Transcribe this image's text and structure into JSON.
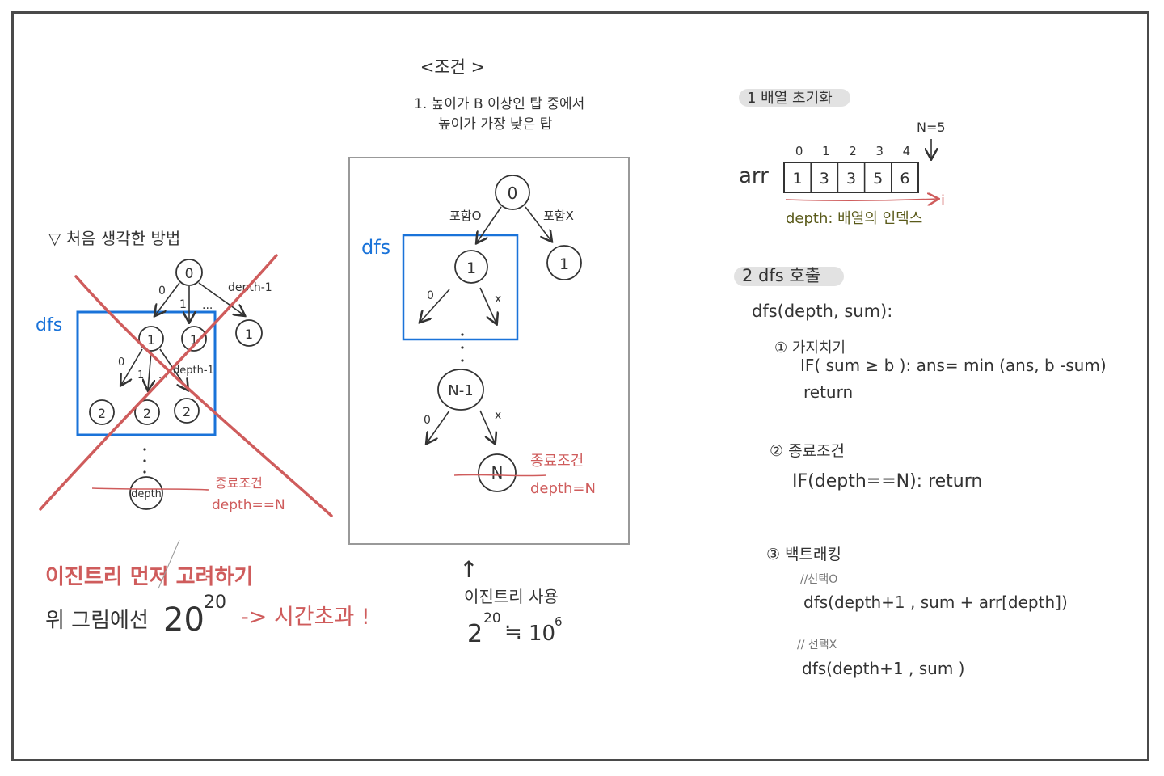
{
  "colors": {
    "ink": "#333333",
    "red": "#cf5c5c",
    "blue": "#1a73d9",
    "olive": "#5a5a1a",
    "box_gray": "#999999",
    "highlight": "#e2e2e2"
  },
  "condition": {
    "title": "<조건 >",
    "line1": "1. 높이가 B 이상인 탑 중에서",
    "line2": "높이가 가장 낮은 탑"
  },
  "left_tree": {
    "heading": "▽ 처음 생각한 방법",
    "dfs_label": "dfs",
    "root": "0",
    "edge_zero": "0",
    "edge_one": "1",
    "dots": "...",
    "edge_last": "depth-1",
    "level1": [
      "1",
      "1",
      "1"
    ],
    "sub_edges": [
      "0",
      "1",
      "...",
      "depth-1"
    ],
    "level2": [
      "2",
      "2",
      "2"
    ],
    "bottom_node": "depth",
    "end_title": "종료조건",
    "end_cond": "depth==N"
  },
  "conclusion": {
    "line1": "이진트리 먼저 고려하기",
    "line2_prefix": "위 그림에선",
    "base": "20",
    "exp": "20",
    "suffix": "-> 시간초과 !"
  },
  "middle_tree": {
    "dfs_label": "dfs",
    "root": "0",
    "include_label": "포함O",
    "exclude_label": "포함X",
    "node_left": "1",
    "node_right": "1",
    "edge_o": "0",
    "edge_x": "x",
    "node_n1": "N-1",
    "edge_o2": "0",
    "edge_x2": "x",
    "node_n": "N",
    "end_title": "종료조건",
    "end_cond": "depth=N"
  },
  "binary_note": {
    "arrow": "↑",
    "label": "이진트리 사용",
    "base": "2",
    "exp": "20",
    "approx": "≒",
    "rhs_base": "10",
    "rhs_exp": "6"
  },
  "steps": {
    "array_init": {
      "title": "1 배열 초기화",
      "n_label": "N=5",
      "arr_label": "arr",
      "indices": [
        "0",
        "1",
        "2",
        "3",
        "4"
      ],
      "values": [
        "1",
        "3",
        "3",
        "5",
        "6"
      ],
      "arrow_label": "i",
      "depth_note": "depth: 배열의 인덱스"
    },
    "dfs_call": {
      "title": "2 dfs 호출",
      "signature": "dfs(depth, sum):",
      "pruning_title": "① 가지치기",
      "pruning_if": "IF( sum ≥ b ):  ans= min (ans, b -sum)",
      "pruning_return": "return",
      "end_title": "② 종료조건",
      "end_if": "IF(depth==N): return",
      "backtrack_title": "③ 백트래킹",
      "choice_o_comment": "//선택O",
      "choice_o_call": "dfs(depth+1 , sum + arr[depth])",
      "choice_x_comment": "// 선택X",
      "choice_x_call": "dfs(depth+1 , sum )"
    }
  }
}
